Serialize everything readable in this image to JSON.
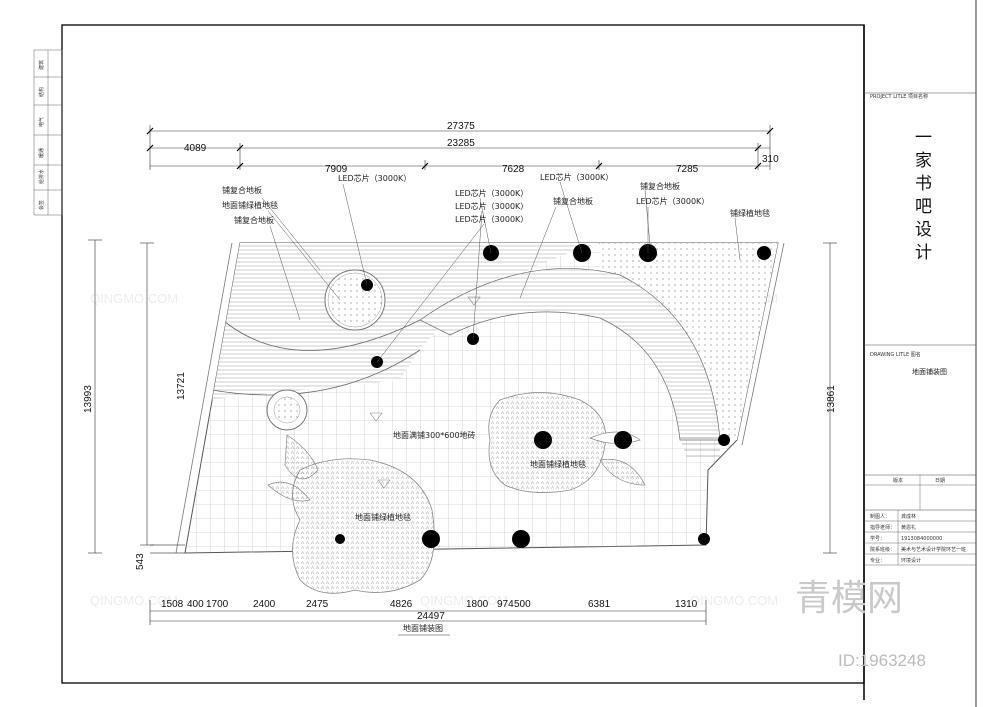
{
  "plan": {
    "label_top": [
      "铺复合地板",
      "地面铺绿植地毯",
      "铺复合地板"
    ],
    "led_labels": [
      "LED芯片（3000K）",
      "LED芯片（3000K）",
      "LED芯片（3000K）",
      "LED芯片（3000K）",
      "LED芯片（3000K）",
      "LED芯片（3000K）"
    ],
    "label_floor_mid": "铺复合地板",
    "label_floor_right": "铺复合地板",
    "label_green_right": "铺绿植地毯",
    "label_tiles": "地面满铺300*600地砖",
    "label_green_center": "地面铺绿植地毯",
    "label_green_left": "地面铺绿植地毯",
    "plan_caption": "地面铺装图"
  },
  "dims": {
    "top_total": "27375",
    "top_mid": "23285",
    "top_left": "4089",
    "top_right_small": "310",
    "seg1": "7909",
    "seg2": "7628",
    "seg3": "7285",
    "left_outer": "13993",
    "left_inner": "13721",
    "left_small": "543",
    "right": "13861",
    "bottom_total": "24497",
    "bottom_segments": [
      "1508",
      "400",
      "1700",
      "2400",
      "2475",
      "4826",
      "1800",
      "974",
      "500",
      "6381",
      "1310"
    ]
  },
  "titleblock": {
    "project_label": "PROJECT LITLE  项目名称",
    "project_title": [
      "一",
      "家",
      "书",
      "吧",
      "设",
      "计"
    ],
    "drawing_label": "DRAWING LITLE  图名",
    "drawing_title": "地面铺装图",
    "version_label": "版本",
    "date_label": "日期",
    "rows": [
      {
        "label": "制图人：",
        "value": "龚成林"
      },
      {
        "label": "指导老师：",
        "value": "黄恩礼"
      },
      {
        "label": "学号：",
        "value": "1913084000000"
      },
      {
        "label": "院系班级：",
        "value": "美术与艺术设计学院环艺一班"
      },
      {
        "label": "专业：",
        "value": "环境设计"
      }
    ],
    "left_strip": [
      "会签",
      "给排水",
      "暖通",
      "电气",
      "结构",
      "建筑"
    ]
  },
  "watermark": {
    "text": "青模网",
    "id": "ID:1963248",
    "tile": "QINGMO.COM"
  }
}
